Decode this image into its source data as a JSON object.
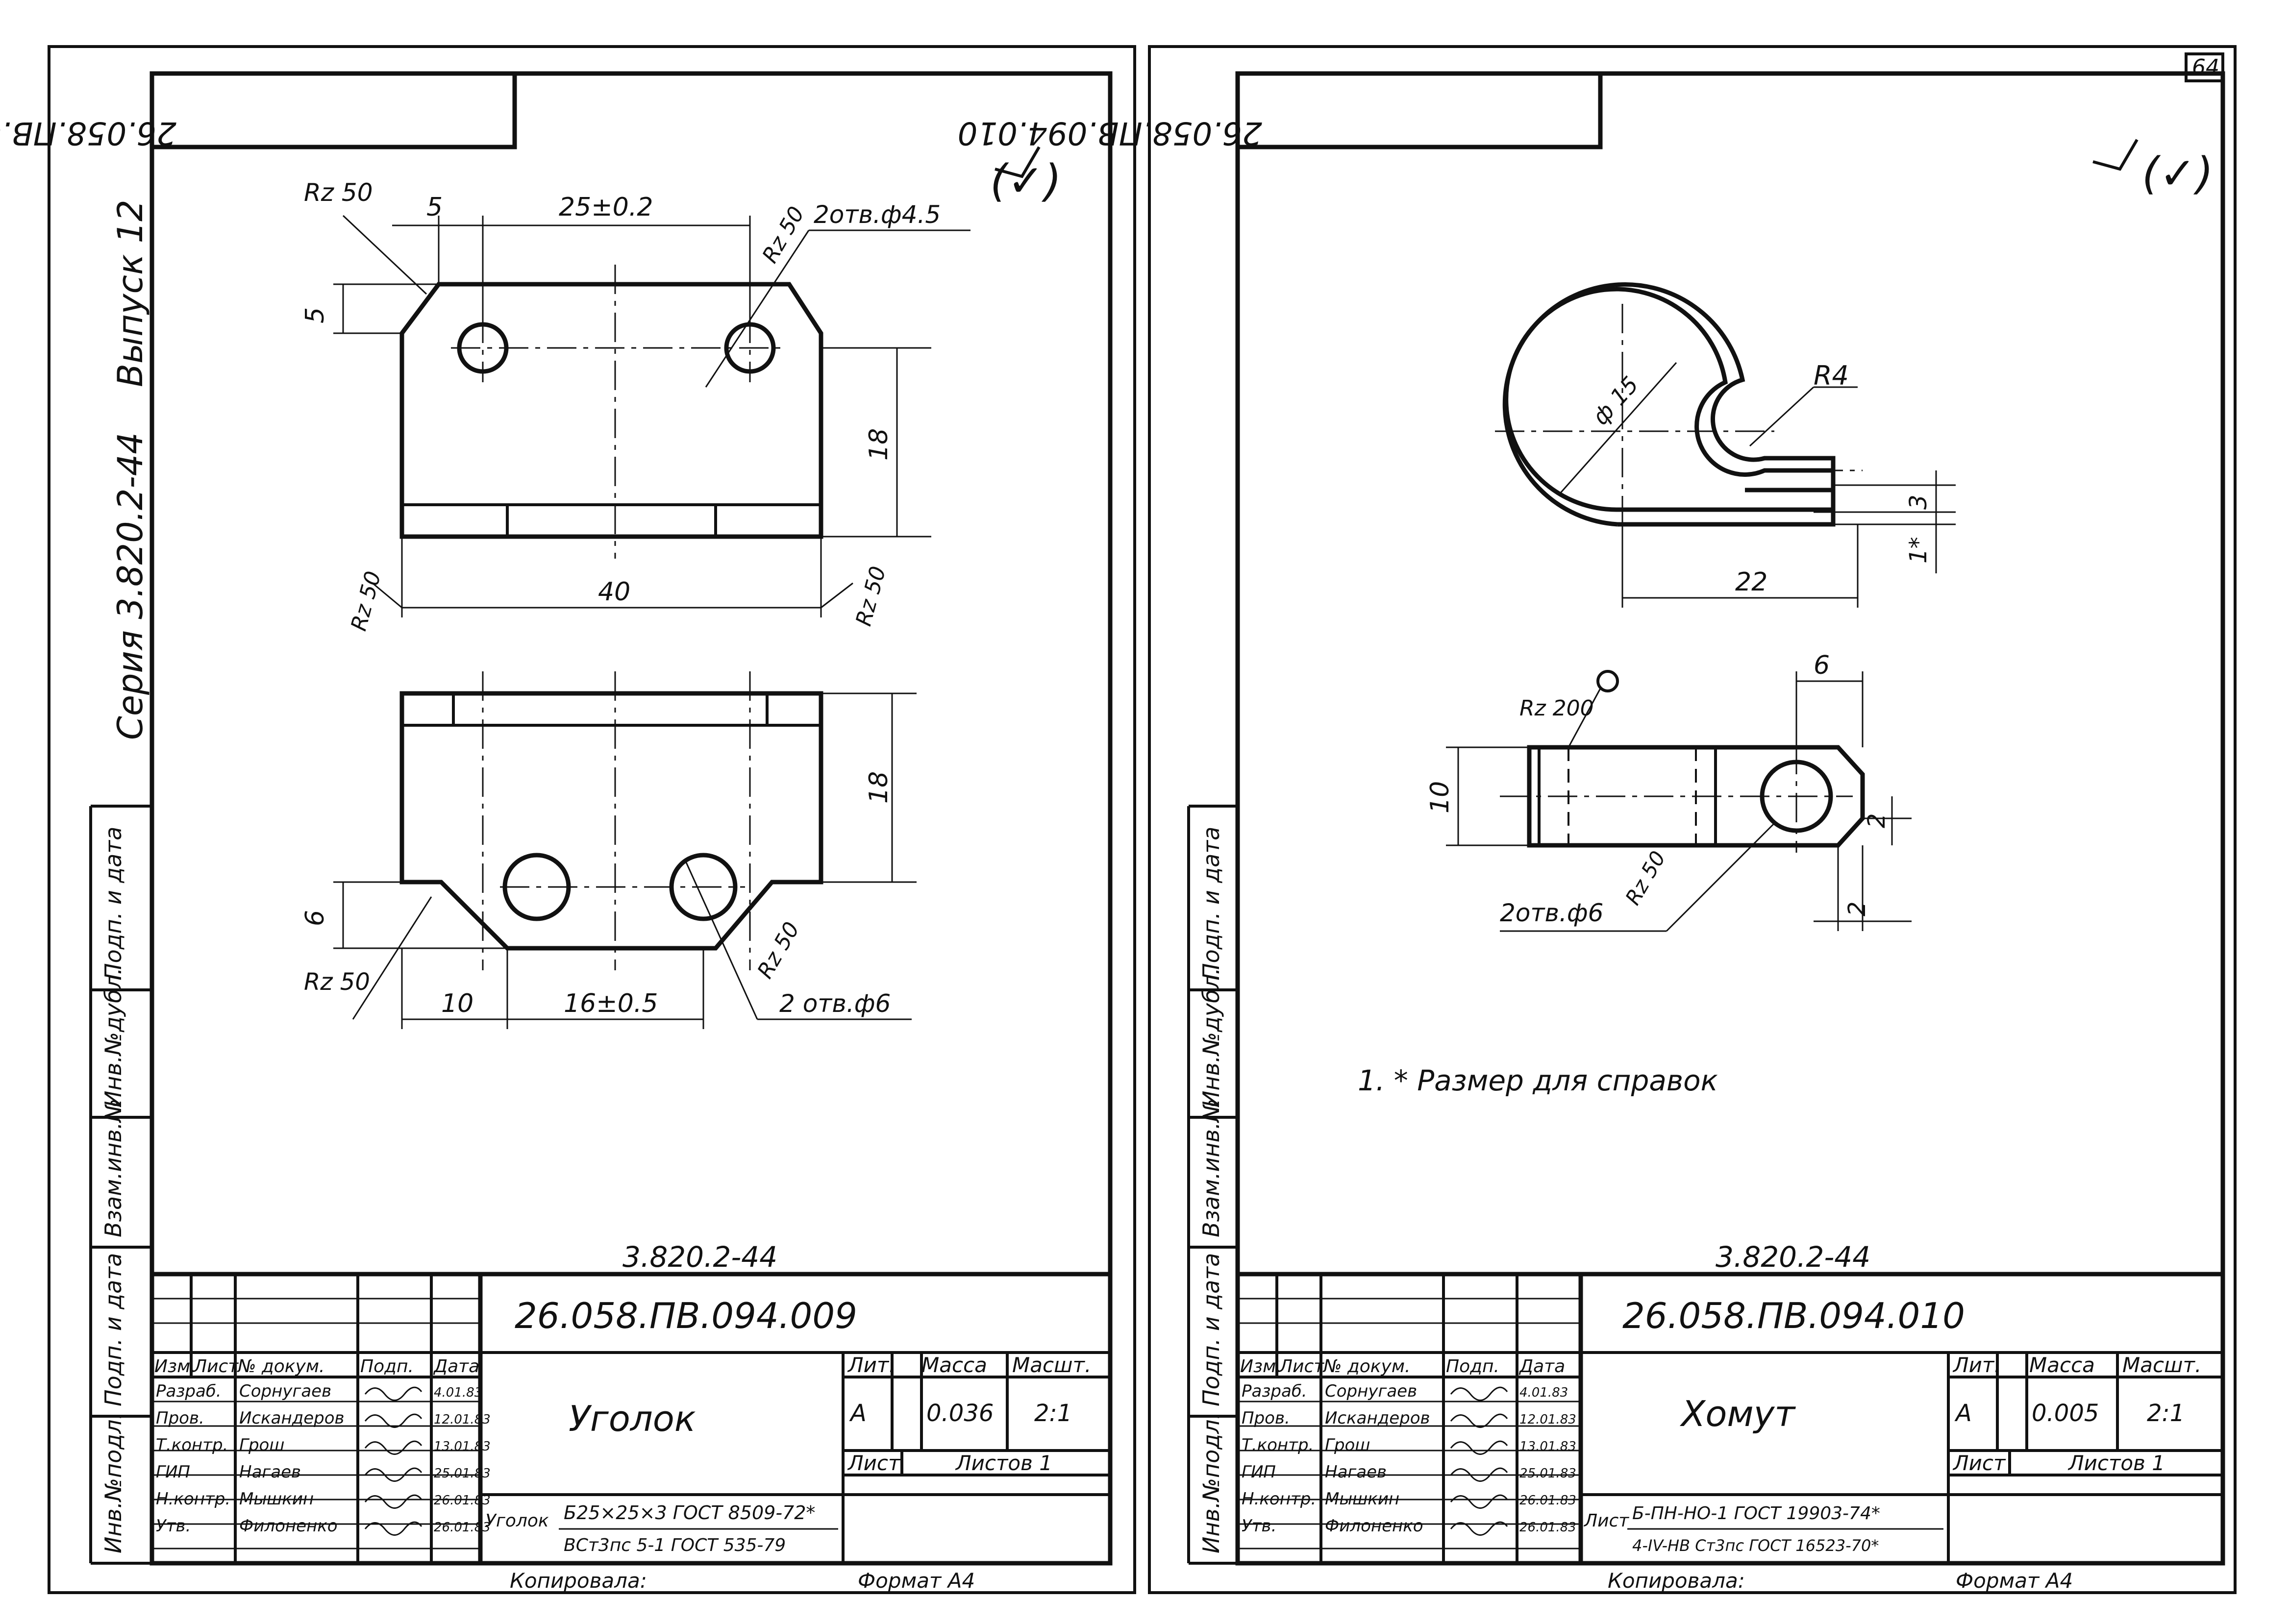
{
  "page_number": "64",
  "left_sheet": {
    "stamp_code": "26.058.ПВ.094.009",
    "side_series": "Серия 3.820.2-44",
    "side_issue": "Выпуск 12",
    "roughness_mark": "(✓)",
    "view1": {
      "rz_top_left": "Rz 50",
      "dim_chamfer_h": "5",
      "dim_holes": "25±0.2",
      "rz_hole": "Rz 50",
      "holes_note": "2отв.ф4.5",
      "dim_chamfer_v": "5",
      "dim_height": "18",
      "rz_bottom_left": "Rz 50",
      "dim_width": "40",
      "rz_bottom_right": "Rz 50"
    },
    "view2": {
      "dim_height": "18",
      "dim_chamfer": "6",
      "rz_left": "Rz 50",
      "dim_offset": "10",
      "dim_holes": "16±0.5",
      "rz_hole": "Rz 50",
      "holes_note": "2 отв.ф6"
    },
    "series_code": "3.820.2-44",
    "title_code": "26.058.ПВ.094.009",
    "part_name": "Уголок",
    "lit_header": "Лит.",
    "mass_header": "Масса",
    "scale_header": "Масшт.",
    "lit_value": "А",
    "mass_value": "0.036",
    "scale_value": "2:1",
    "sheet_label": "Лист",
    "sheets_label": "Листов 1",
    "material_name": "Уголок",
    "material_line1": "Б25×25×3 ГОСТ 8509-72*",
    "material_line2": "ВСт3пс 5-1 ГОСТ 535-79",
    "copied": "Копировала:",
    "format": "Формат А4"
  },
  "right_sheet": {
    "stamp_code": "26.058.ПВ.094.010",
    "roughness_mark": "(✓)",
    "view1": {
      "dia": "ф 15",
      "radius": "R4",
      "dim_gap": "3",
      "dim_thk": "1*",
      "dim_length": "22"
    },
    "view2": {
      "rz_top": "Rz 200",
      "dim_tab": "6",
      "dim_width": "10",
      "dim_chamfer_v": "2",
      "dim_chamfer_h": "2",
      "rz_hole": "Rz 50",
      "holes_note": "2отв.ф6"
    },
    "note": "1. * Размер для справок",
    "series_code": "3.820.2-44",
    "title_code": "26.058.ПВ.094.010",
    "part_name": "Хомут",
    "lit_header": "Лит.",
    "mass_header": "Масса",
    "scale_header": "Масшт.",
    "lit_value": "А",
    "mass_value": "0.005",
    "scale_value": "2:1",
    "sheet_label": "Лист",
    "sheets_label": "Листов 1",
    "material_name": "Лист",
    "material_line1": "Б-ПН-НО-1 ГОСТ 19903-74*",
    "material_line2": "4-IV-НВ Ст3пс ГОСТ 16523-70*",
    "copied": "Копировала:",
    "format": "Формат А4"
  },
  "side_columns": [
    "Инв.№подл.",
    "Подп. и дата",
    "Взам.инв.№",
    "Инв.№дубл.",
    "Подп. и дата"
  ],
  "signature_table": {
    "headers": [
      "Изм.",
      "Лист",
      "№ докум.",
      "Подп.",
      "Дата"
    ],
    "rows": [
      [
        "Разраб.",
        "Сорнугаев",
        "",
        "4.01.83"
      ],
      [
        "Пров.",
        "Искандеров",
        "",
        "12.01.83"
      ],
      [
        "Т.контр.",
        "Грош",
        "",
        "13.01.83"
      ],
      [
        "ГИП",
        "Нагаев",
        "",
        "25.01.83"
      ],
      [
        "Н.контр.",
        "Мышкин",
        "",
        "26.01.83"
      ],
      [
        "Утв.",
        "Филоненко",
        "",
        "26.01.83"
      ]
    ]
  }
}
